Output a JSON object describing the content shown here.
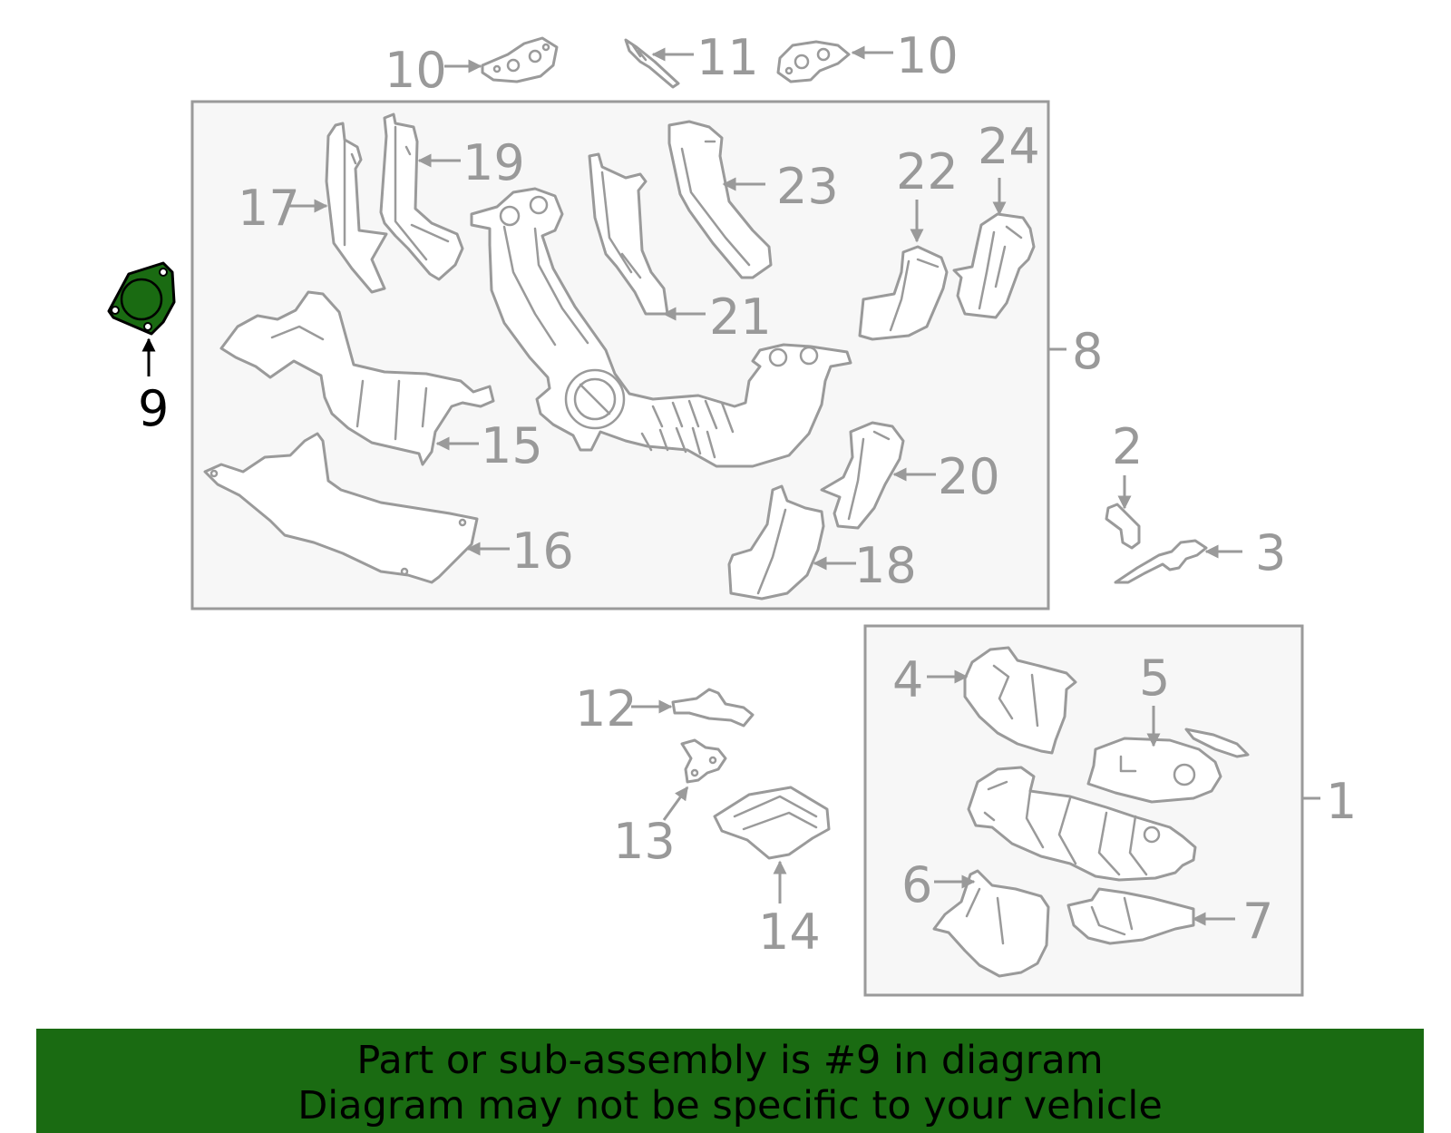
{
  "colors": {
    "part_line": "#9a9a9a",
    "group_box_fill": "#f7f7f7",
    "highlight_fill": "#1a6b12",
    "banner_bg": "#1a6b12",
    "active_label": "#000000",
    "inactive_label": "#999999"
  },
  "highlighted_part": "9",
  "callouts": {
    "c1": "1",
    "c2": "2",
    "c3": "3",
    "c4": "4",
    "c5": "5",
    "c6": "6",
    "c7": "7",
    "c8": "8",
    "c9": "9",
    "c10a": "10",
    "c10b": "10",
    "c11": "11",
    "c12": "12",
    "c13": "13",
    "c14": "14",
    "c15": "15",
    "c16": "16",
    "c17": "17",
    "c18": "18",
    "c19": "19",
    "c20": "20",
    "c21": "21",
    "c22": "22",
    "c23": "23",
    "c24": "24"
  },
  "banner": {
    "line1": "Part or sub-assembly is #9 in diagram",
    "line2": "Diagram may not be specific to your vehicle"
  }
}
